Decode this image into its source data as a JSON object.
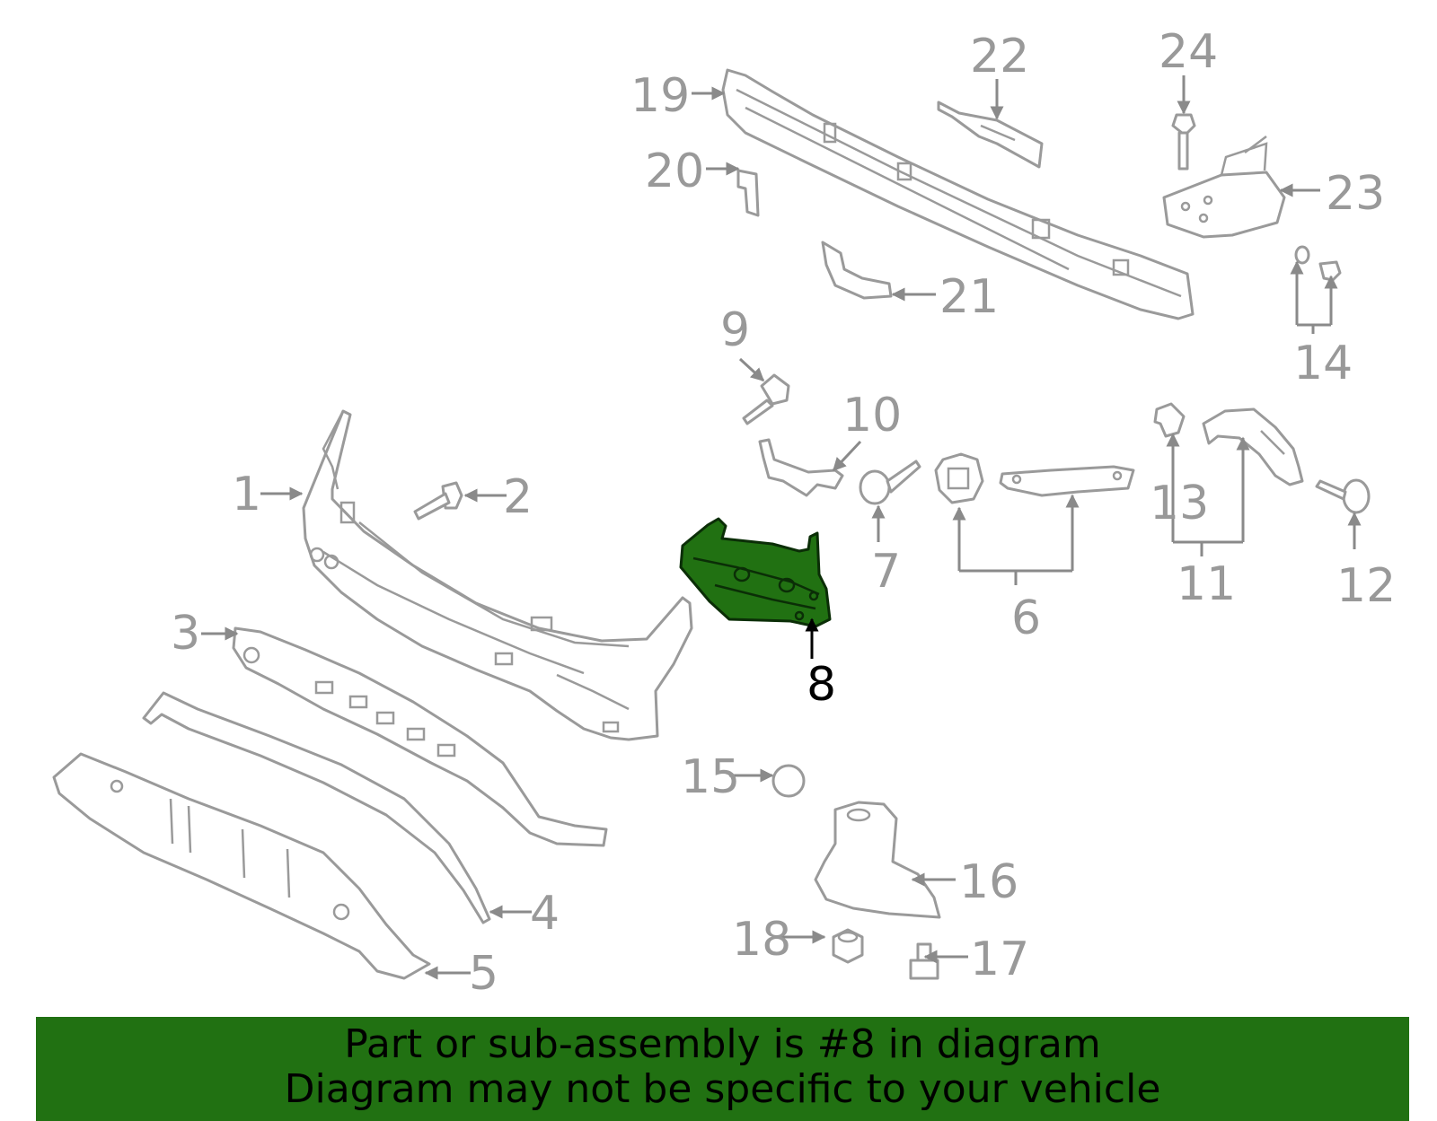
{
  "colors": {
    "highlight": "#217112",
    "highlight_outline": "#0b2e07",
    "line_gray": "#9a9a9a",
    "label_gray": "#999999",
    "banner_bg": "#217112",
    "banner_text": "#000000"
  },
  "highlighted_part": "8",
  "callouts": [
    {
      "num": "1"
    },
    {
      "num": "2"
    },
    {
      "num": "3"
    },
    {
      "num": "4"
    },
    {
      "num": "5"
    },
    {
      "num": "6"
    },
    {
      "num": "7"
    },
    {
      "num": "8"
    },
    {
      "num": "9"
    },
    {
      "num": "10"
    },
    {
      "num": "11"
    },
    {
      "num": "12"
    },
    {
      "num": "13"
    },
    {
      "num": "14"
    },
    {
      "num": "15"
    },
    {
      "num": "16"
    },
    {
      "num": "17"
    },
    {
      "num": "18"
    },
    {
      "num": "19"
    },
    {
      "num": "20"
    },
    {
      "num": "21"
    },
    {
      "num": "22"
    },
    {
      "num": "23"
    },
    {
      "num": "24"
    }
  ],
  "banner": {
    "line1": "Part or sub-assembly is #8 in diagram",
    "line2": "Diagram may not be specific to your vehicle"
  }
}
